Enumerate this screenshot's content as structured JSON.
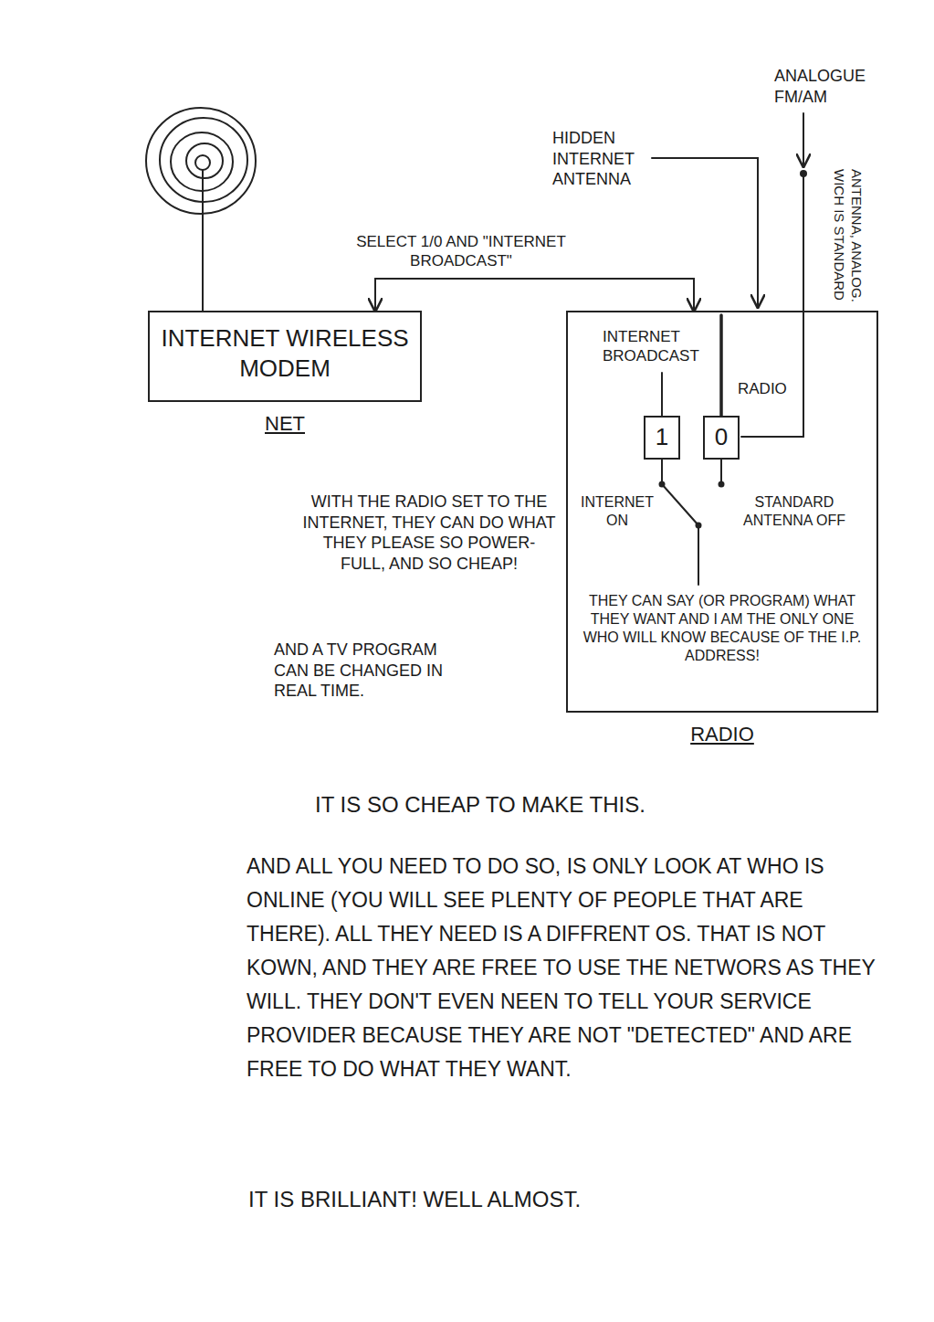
{
  "diagram": {
    "nodes": [
      {
        "text": [
          "INTERNET WIRELESS MODEM",
          "NET"
        ]
      },
      {
        "text": [
          "INTERNET BROADCAST",
          "RADIO",
          "INTERNET ON",
          "STANDARD ANTENNA OFF",
          "THEY CAN SAY (OR PROGRAM) WHAT THEY WANT AND I AM THE ONLY ONE WHO WILL KNOW BECAUSE OF THE I.P. ADDRESS!",
          "RADIO"
        ]
      },
      {
        "text": [
          "1"
        ],
        "in": 1
      },
      {
        "text": [
          "0"
        ],
        "in": 1
      }
    ],
    "edges": [
      {
        "from": 0,
        "to": 1,
        "arrow": "both",
        "label": "SELECT 1/0 AND \"INTERNET BROADCAST\""
      }
    ],
    "labels": [
      "ANALOGUE FM/AM",
      "HIDDEN INTERNET ANTENNA",
      "ANTENNA, ANALOG. WICH IS STANDARD",
      "WITH THE RADIO SET TO THE INTERNET, THEY CAN DO WHAT THEY PLEASE SO POWER-FULL, AND SO CHEAP!",
      "AND A TV PROGRAM CAN BE CHANGED IN REAL TIME.",
      "IT IS SO CHEAP TO MAKE THIS.",
      "AND ALL YOU NEED TO DO SO, IS ONLY LOOK AT WHO IS ONLINE (YOU WILL SEE PLENTY OF PEOPLE THAT ARE THERE). ALL THEY NEED IS A DIFFRENT OS. THAT IS NOT KOWN, AND THEY ARE FREE TO USE THE NETWORS AS THEY WILL. THEY DON'T EVEN NEEN TO TELL YOUR SERVICE PROVIDER BECAUSE THEY ARE NOT \"DETECTED\" AND ARE FREE TO DO WHAT THEY WANT.",
      "IT IS BRILLIANT! WELL ALMOST."
    ]
  }
}
